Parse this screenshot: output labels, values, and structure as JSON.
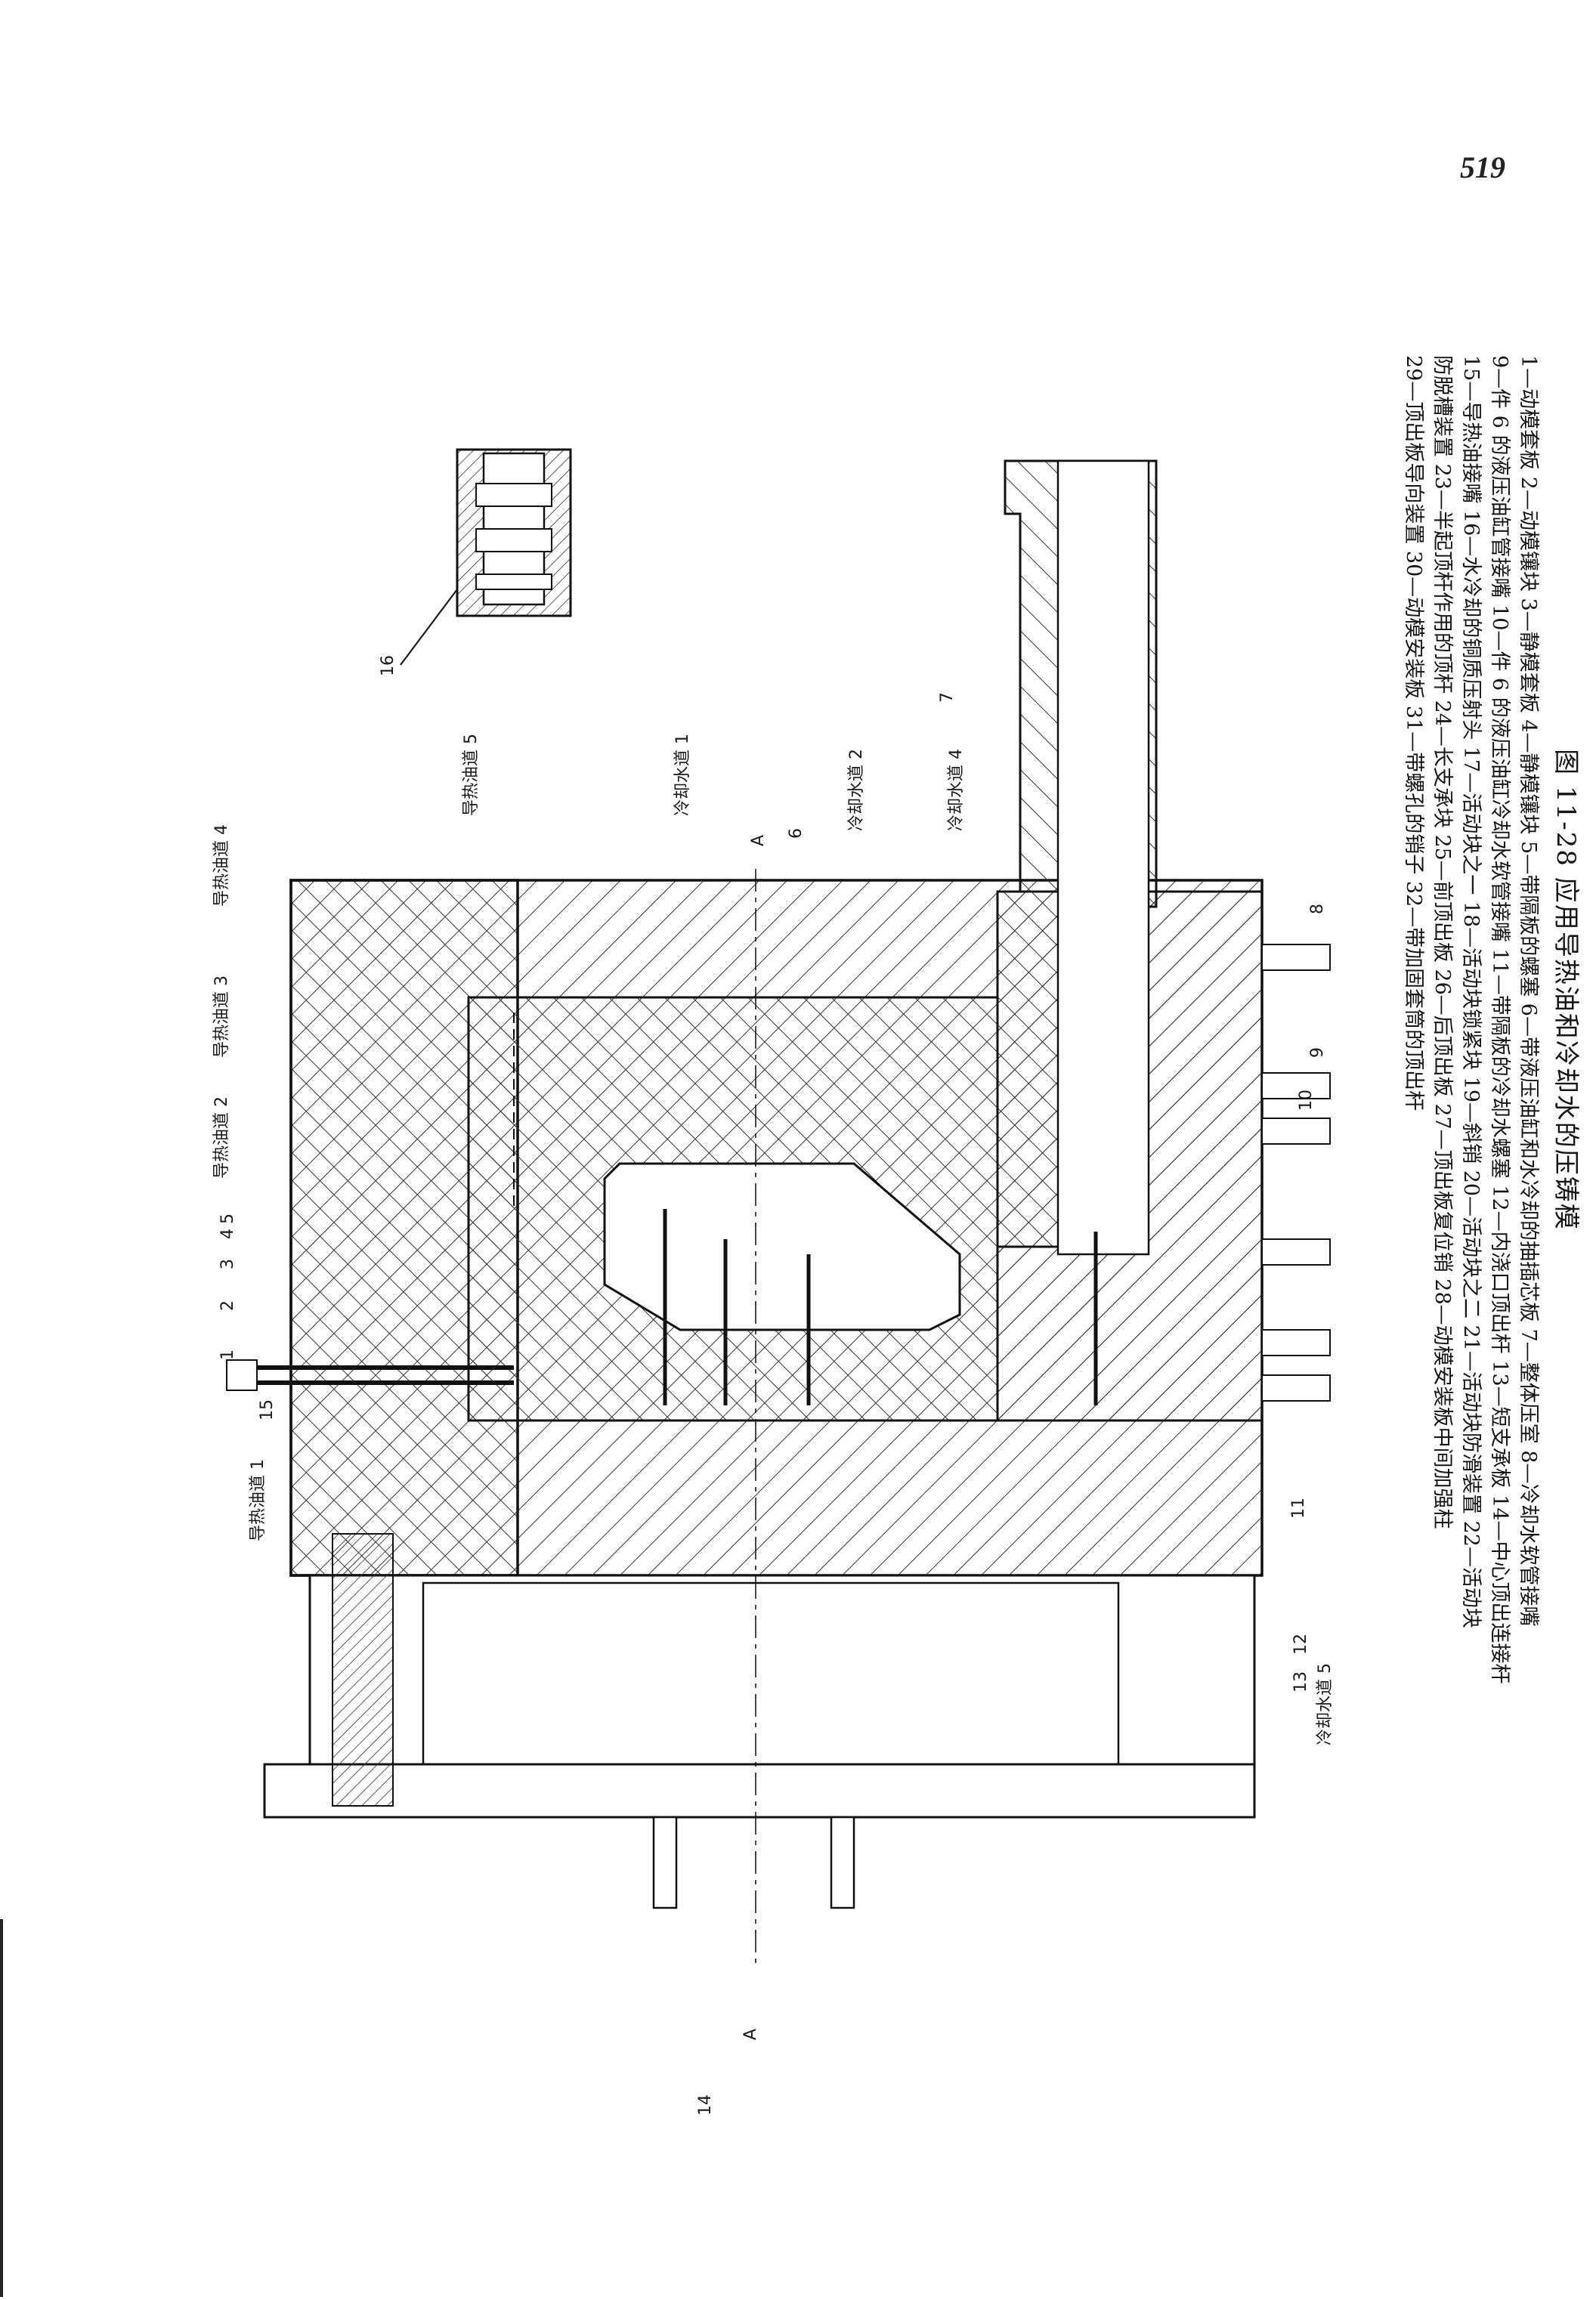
{
  "page": {
    "number": "519"
  },
  "figure": {
    "title": "图 11-28   应用导热油和冷却水的压铸模",
    "legend_lines": [
      "1—动模套板   2—动模镶块   3—静模套板   4—静模镶块   5—带隔板的螺塞   6—带液压油缸和水冷却的抽插芯板   7—整体压室   8—冷却水软管接嘴",
      "9—件 6 的液压油缸管接嘴   10—件 6 的液压油缸冷却水软管接嘴   11—带隔板的冷却水螺塞   12—内浇口顶出杆   13—短支承板   14—中心顶出连接杆",
      "15—导热油接嘴   16—水冷却的铜质压射头   17—活动块之一   18—活动块锁紧块   19—斜销   20—活动块之二   21—活动块防滑装置   22—活动块",
      "防脱槽装置   23—半起顶杆作用的顶杆   24—长支承块   25—前顶出板   26—后顶出板   27—顶出板复位销   28—动模安装板中间加强柱",
      "29—顶出板导向装置   30—动模安装板   31—带螺孔的销子   32—带加固套筒的顶出杆"
    ]
  },
  "labels": {
    "oil_channel_1": "导热油道 1",
    "oil_channel_2": "导热油道 2",
    "oil_channel_3": "导热油道 3",
    "oil_channel_4": "导热油道 4",
    "oil_channel_5": "导热油道 5",
    "water_channel_1": "冷却水道 1",
    "water_channel_2": "冷却水道 2",
    "water_channel_4": "冷却水道 4",
    "water_channel_5": "冷却水道 5",
    "section_a_top": "A",
    "section_a_bottom": "A",
    "n1": "1",
    "n2": "2",
    "n3": "3",
    "n4": "4",
    "n5": "5",
    "n6": "6",
    "n7": "7",
    "n8": "8",
    "n9": "9",
    "n10": "10",
    "n11": "11",
    "n12": "12",
    "n13": "13",
    "n14": "14",
    "n15": "15",
    "n16": "16"
  }
}
